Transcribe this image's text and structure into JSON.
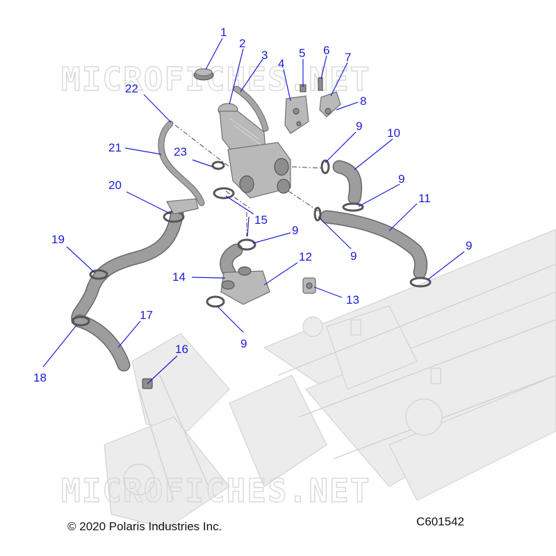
{
  "watermark": {
    "top": "MICROFICHES.NET",
    "bottom": "MICROFICHES.NET"
  },
  "callouts": [
    {
      "label": "1"
    },
    {
      "label": "2"
    },
    {
      "label": "3"
    },
    {
      "label": "4"
    },
    {
      "label": "5"
    },
    {
      "label": "6"
    },
    {
      "label": "7"
    },
    {
      "label": "8"
    },
    {
      "label": "9"
    },
    {
      "label": "10"
    },
    {
      "label": "9"
    },
    {
      "label": "11"
    },
    {
      "label": "9"
    },
    {
      "label": "9"
    },
    {
      "label": "9"
    },
    {
      "label": "12"
    },
    {
      "label": "13"
    },
    {
      "label": "14"
    },
    {
      "label": "9"
    },
    {
      "label": "15"
    },
    {
      "label": "16"
    },
    {
      "label": "17"
    },
    {
      "label": "18"
    },
    {
      "label": "19"
    },
    {
      "label": "20"
    },
    {
      "label": "21"
    },
    {
      "label": "22"
    },
    {
      "label": "23"
    }
  ],
  "footer": {
    "copyright": "© 2020 Polaris Industries Inc.",
    "diagram_id": "C601542"
  },
  "colors": {
    "callout": "#1a1ad6",
    "part": "#b9b9b9",
    "frame": "#ececec",
    "watermark": "#d8d8d8"
  }
}
